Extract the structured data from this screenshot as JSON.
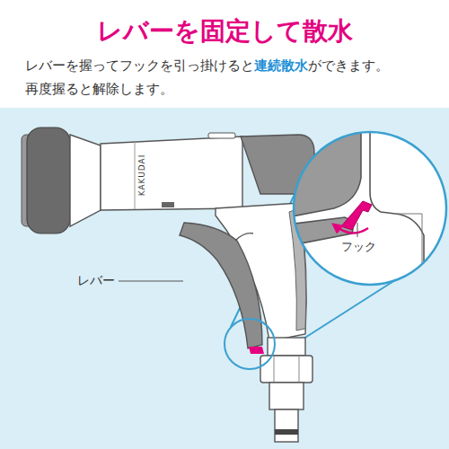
{
  "diagram": {
    "title": "レバーを固定して散水",
    "labels": [
      "レバーを握ってフックを引っ掛けると",
      "連続散水",
      "ができます。",
      "再度握ると解除します。",
      "KAKUDAI",
      "レバー",
      "フック"
    ]
  }
}
